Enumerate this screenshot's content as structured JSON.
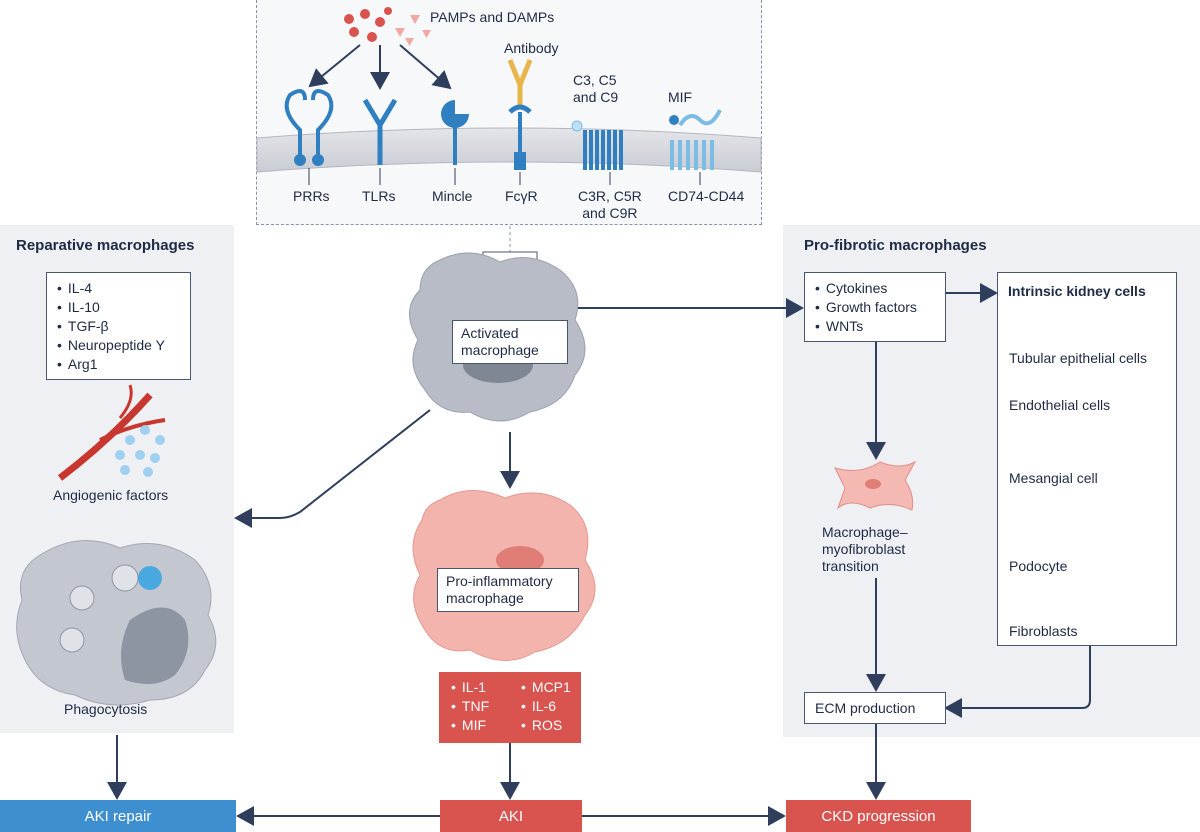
{
  "receptors": {
    "ligands_label": "PAMPs and DAMPs",
    "antibody_label": "Antibody",
    "complement_label": [
      "C3, C5",
      "and C9"
    ],
    "mif_label": "MIF",
    "items": [
      "PRRs",
      "TLRs",
      "Mincle",
      "FcγR",
      "C3R, C5R\nand C9R",
      "CD74-CD44"
    ]
  },
  "reparative": {
    "title": "Reparative macrophages",
    "factors": [
      "IL-4",
      "IL-10",
      "TGF-β",
      "Neuropeptide Y",
      "Arg1"
    ],
    "angiogenic_label": "Angiogenic factors",
    "phagocytosis_label": "Phagocytosis"
  },
  "center": {
    "activated_label": [
      "Activated",
      "macrophage"
    ],
    "proinflammatory_label": [
      "Pro-inflammatory",
      "macrophage"
    ],
    "cytokines_col1": [
      "IL-1",
      "TNF",
      "MIF"
    ],
    "cytokines_col2": [
      "MCP1",
      "IL-6",
      "ROS"
    ]
  },
  "profibrotic": {
    "title": "Pro-fibrotic macrophages",
    "secreted": [
      "Cytokines",
      "Growth factors",
      "WNTs"
    ],
    "kidney_title": "Intrinsic kidney cells",
    "kidney_cells": [
      "Tubular epithelial cells",
      "Endothelial cells",
      "Mesangial cell",
      "Podocyte",
      "Fibroblasts"
    ],
    "mmt_label": [
      "Macrophage–",
      "myofibroblast",
      "transition"
    ],
    "ecm_label": "ECM production"
  },
  "outcomes": {
    "aki_repair": "AKI repair",
    "aki": "AKI",
    "ckd": "CKD progression"
  },
  "colors": {
    "navy": "#2f3e5c",
    "blue_receptor": "#2f7fc1",
    "red": "#d9534f",
    "repair_blue": "#3d8fd0",
    "panel": "#eef0f3"
  }
}
